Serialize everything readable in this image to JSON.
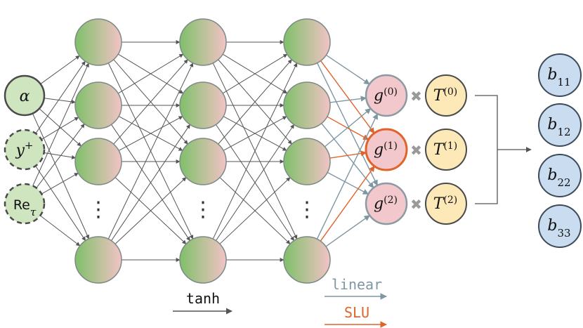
{
  "inputs": [
    {
      "label": "α",
      "dashed": false
    },
    {
      "label": "y",
      "sup": "+",
      "dashed": true
    },
    {
      "label": "Re",
      "sub": "τ",
      "dashed": true
    }
  ],
  "hidden": {
    "layers": 3,
    "visible_nodes_per_layer": 4,
    "ellipsis": "⋮",
    "activation_label": "tanh"
  },
  "g_nodes": [
    {
      "name": "g",
      "sup": "(0)",
      "activation": "linear"
    },
    {
      "name": "g",
      "sup": "(1)",
      "activation": "SLU"
    },
    {
      "name": "g",
      "sup": "(2)",
      "activation": "linear"
    }
  ],
  "multiply_symbol": "✖",
  "t_nodes": [
    {
      "name": "T",
      "sup": "(0)"
    },
    {
      "name": "T",
      "sup": "(1)"
    },
    {
      "name": "T",
      "sup": "(2)"
    }
  ],
  "outputs": [
    {
      "name": "b",
      "sub": "11"
    },
    {
      "name": "b",
      "sub": "12"
    },
    {
      "name": "b",
      "sub": "22"
    },
    {
      "name": "b",
      "sub": "33"
    }
  ],
  "legend": [
    {
      "label": "linear",
      "color": "#7f96a3"
    },
    {
      "label": "SLU",
      "color": "#e0642a"
    }
  ],
  "colors": {
    "input_fill": "#cfe5c0",
    "input_stroke": "#4a4a4a",
    "hidden_left": "#7fc06a",
    "hidden_right": "#f2c3c6",
    "g_fill": "#f2c8cc",
    "g_stroke": "#8c9aa4",
    "g_highlight": "#e0642a",
    "t_fill": "#fde8b8",
    "t_stroke": "#4a4a4a",
    "b_fill": "#c9dcf0",
    "b_stroke": "#3c4a5a",
    "edge": "#555555",
    "multiply": "#9a9a9a"
  }
}
